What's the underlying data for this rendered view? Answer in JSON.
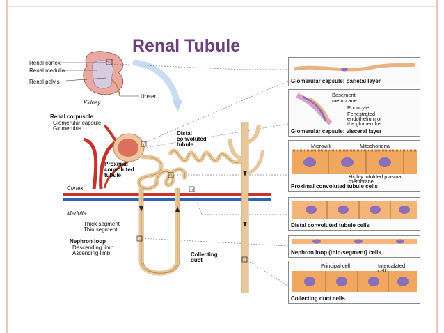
{
  "title": "Renal Tubule",
  "kidney": {
    "cortex": "Renal cortex",
    "medulla": "Renal medulla",
    "pelvis": "Renal pelvis",
    "ureter": "Ureter",
    "kidney": "Kidney"
  },
  "corpuscle": {
    "heading": "Renal corpuscle",
    "capsule": "Glomerular capsule",
    "glomerulus": "Glomerulus"
  },
  "tubule": {
    "proximal_1": "Proximal",
    "proximal_2": "convoluted",
    "proximal_3": "tubule",
    "distal_1": "Distal",
    "distal_2": "convoluted",
    "distal_3": "tubule"
  },
  "regions": {
    "cortex": "Cortex",
    "medulla": "Medulla"
  },
  "loop": {
    "thick": "Thick segment",
    "thin": "Thin segment",
    "heading": "Nephron loop",
    "descending": "Descending limb",
    "ascending": "Ascending limb"
  },
  "collecting": {
    "line1": "Collecting",
    "line2": "duct"
  },
  "panels": {
    "parietal": {
      "caption": "Glomerular capsule: parietal layer"
    },
    "visceral": {
      "caption": "Glomerular capsule: visceral layer",
      "basement_1": "Basement",
      "basement_2": "membrane",
      "podocyte": "Podocyte",
      "fenestrated_1": "Fenestrated",
      "fenestrated_2": "endothelium of",
      "fenestrated_3": "the glomerulus"
    },
    "proximal": {
      "caption": "Proximal convoluted tubule cells",
      "microvilli": "Microvilli",
      "mitochondria": "Mitochondria",
      "folded_1": "Highly infolded plasma",
      "folded_2": "membrane"
    },
    "distal": {
      "caption": "Distal convoluted tubule cells"
    },
    "thin": {
      "caption": "Nephron loop (thin-segment) cells"
    },
    "collecting": {
      "caption": "Collecting duct cells",
      "principal": "Principal cell",
      "intercalated_1": "Intercalated",
      "intercalated_2": "cell"
    }
  },
  "colors": {
    "tubule": "#e8c79a",
    "tubule_stroke": "#b48a55",
    "artery": "#c4342c",
    "vein": "#2f64b0",
    "title": "#6b3f7a",
    "cell": "#f0a860",
    "nucleus": "#8b6fb8"
  }
}
